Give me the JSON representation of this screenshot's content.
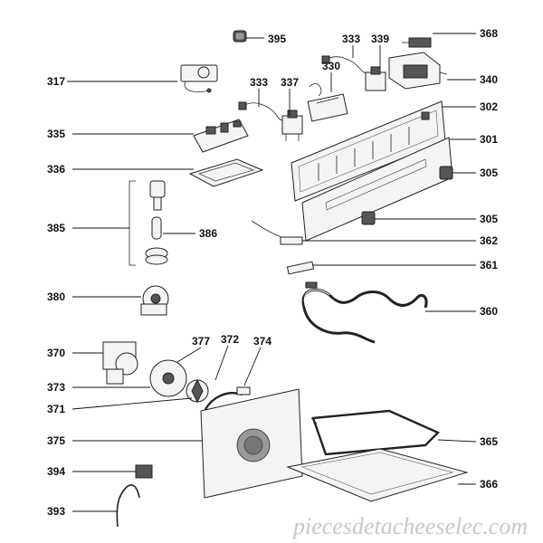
{
  "parts": [
    {
      "id": "p317",
      "label": "317"
    },
    {
      "id": "p333a",
      "label": "333"
    },
    {
      "id": "p333b",
      "label": "333"
    },
    {
      "id": "p337",
      "label": "337"
    },
    {
      "id": "p330",
      "label": "330"
    },
    {
      "id": "p339",
      "label": "339"
    },
    {
      "id": "p395",
      "label": "395"
    },
    {
      "id": "p368",
      "label": "368"
    },
    {
      "id": "p340",
      "label": "340"
    },
    {
      "id": "p302",
      "label": "302"
    },
    {
      "id": "p301",
      "label": "301"
    },
    {
      "id": "p335",
      "label": "335"
    },
    {
      "id": "p336",
      "label": "336"
    },
    {
      "id": "p305a",
      "label": "305"
    },
    {
      "id": "p305b",
      "label": "305"
    },
    {
      "id": "p385",
      "label": "385"
    },
    {
      "id": "p386",
      "label": "386"
    },
    {
      "id": "p362",
      "label": "362"
    },
    {
      "id": "p361",
      "label": "361"
    },
    {
      "id": "p380",
      "label": "380"
    },
    {
      "id": "p360",
      "label": "360"
    },
    {
      "id": "p377",
      "label": "377"
    },
    {
      "id": "p372",
      "label": "372"
    },
    {
      "id": "p374",
      "label": "374"
    },
    {
      "id": "p370",
      "label": "370"
    },
    {
      "id": "p373",
      "label": "373"
    },
    {
      "id": "p371",
      "label": "371"
    },
    {
      "id": "p375",
      "label": "375"
    },
    {
      "id": "p365",
      "label": "365"
    },
    {
      "id": "p394",
      "label": "394"
    },
    {
      "id": "p366",
      "label": "366"
    },
    {
      "id": "p393",
      "label": "393"
    }
  ],
  "watermark": "piecesdetacheeselec.com"
}
